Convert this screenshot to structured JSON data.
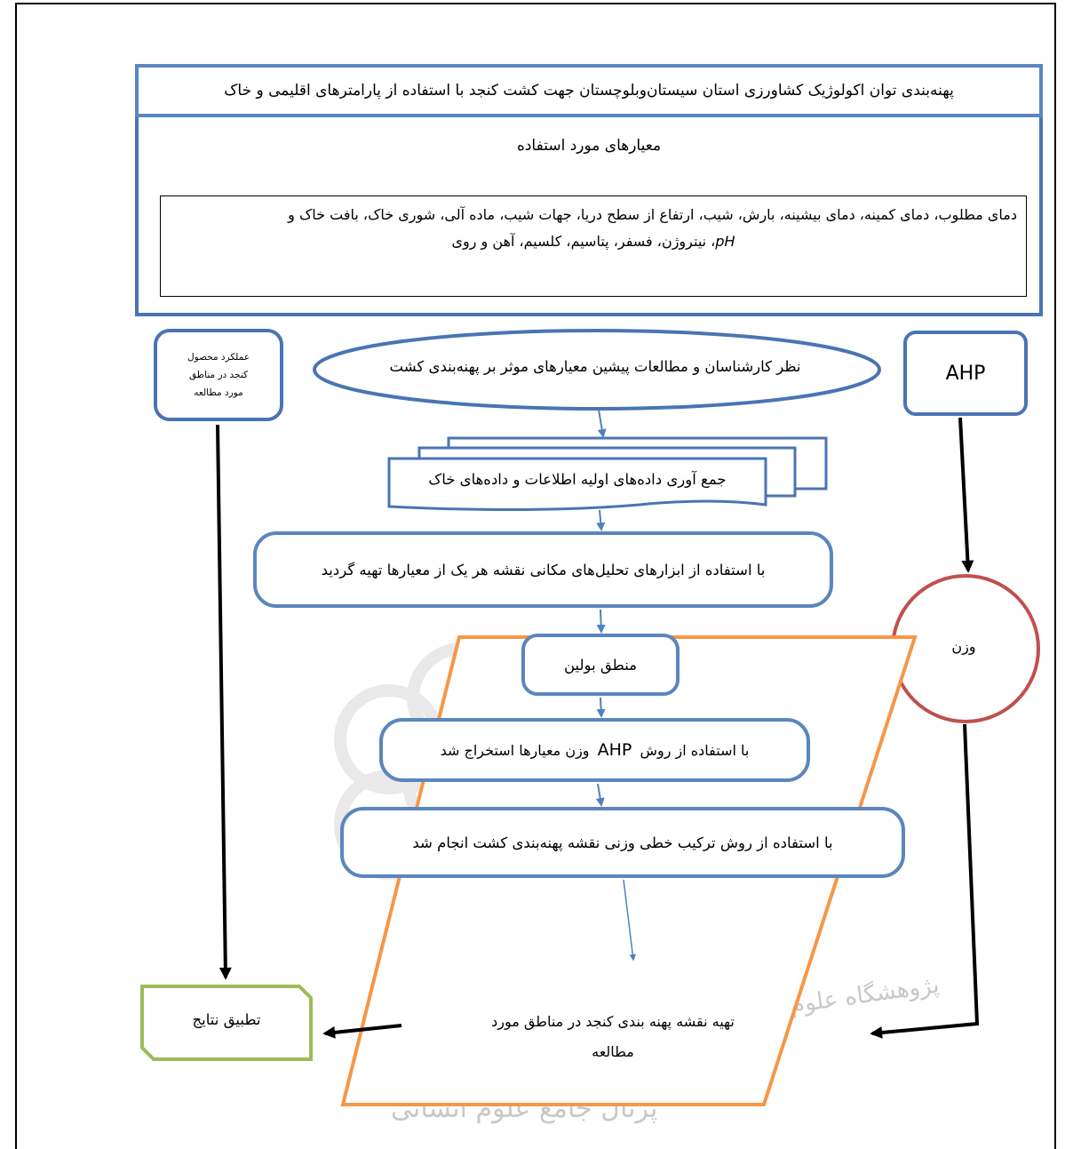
{
  "title": "پهنه‌بندی توان اکولوژیک کشاورزی استان سیستان‌وبلوچستان جهت کشت کنجد با استفاده از پارامترهای اقلیمی و خاک",
  "criteria": {
    "heading": "معیارهای مورد استفاده",
    "line1": "دمای مطلوب، دمای کمینه، دمای بیشینه، بارش، شیب، ارتفاع از سطح دریا، جهات شیب، ماده آلی، شوری خاک، بافت خاک و",
    "line2_ph": "pH",
    "line2_rest": "، نیتروژن، فسفر، پتاسیم، کلسیم، آهن و روی"
  },
  "left_box": {
    "line1": "عملکرد محصول",
    "line2": "کنجد در مناطق",
    "line3": "مورد مطالعه"
  },
  "ahp_box": "AHP",
  "expert_ellipse": "نظر کارشناسان و مطالعات پیشین معیارهای موثر بر پهنه‌بندی کشت",
  "data_collection": "جمع آوری داده‌های اولیه اطلاعات و داده‌های خاک",
  "gis_step": "با استفاده از ابزارهای تحلیل‌های مکانی نقشه هر یک از معیارها تهیه گردید",
  "boolean_step": "منطق بولین",
  "ahp_step": {
    "prefix": "با استفاده از روش",
    "method": "AHP",
    "suffix": "وزن معیارها استخراج شد"
  },
  "wlc_step": "با استفاده از روش ترکیب خطی وزنی نقشه پهنه‌بندی کشت انجام شد",
  "weight_circle": "وزن",
  "map_parallelogram": {
    "line1": "تهیه نقشه پهنه بندی کنجد در مناطق مورد",
    "line2": "مطالعه"
  },
  "results_box": "تطبیق نتایج",
  "watermark": {
    "line1": "پرتال جامع علوم انسانی",
    "line2": "پژوهشگاه علوم انسانی و مطالعات فرهنگی"
  },
  "colors": {
    "blue_border": "#4a74b4",
    "light_blue_border": "#5b86be",
    "red_circle": "#c0504d",
    "orange_parallelogram": "#f79646",
    "green_box": "#9bbb59",
    "arrow_black": "#000000",
    "arrow_blue": "#4f81bd"
  }
}
